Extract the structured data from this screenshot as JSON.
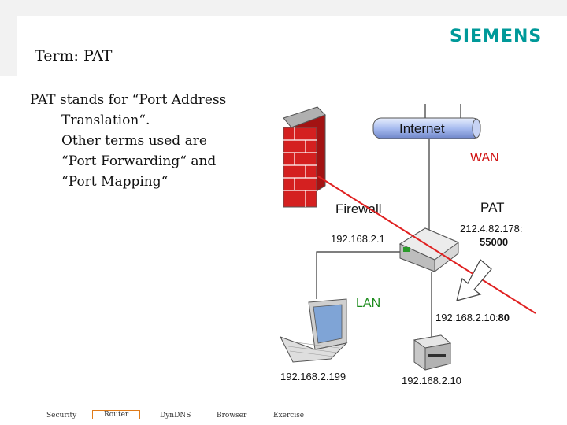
{
  "header": {
    "title": "Term: PAT",
    "logo": "SIEMENS",
    "logo_color": "#009999"
  },
  "body": {
    "line1": "PAT stands for “Port Address",
    "line2": "Translation“.",
    "line3": "Other terms used are",
    "line4": "“Port Forwarding“ and",
    "line5": "“Port Mapping“"
  },
  "diagram": {
    "internet_label": "Internet",
    "wan_label": "WAN",
    "firewall_label": "Firewall",
    "pat_label": "PAT",
    "router_lan_ip": "192.168.2.1",
    "router_wan_ip": "212.4.82.178:",
    "router_wan_port": "55000",
    "lan_label": "LAN",
    "server_ip_port_prefix": "192.168.2.10:",
    "server_port": "80",
    "laptop_ip": "192.168.2.199",
    "server_ip": "192.168.2.10",
    "red_line_color": "#e02020",
    "wan_color": "#d01010",
    "lan_color": "#1a8a1a"
  },
  "footer": {
    "items": [
      "Security",
      "Router",
      "DynDNS",
      "Browser",
      "Exercise"
    ],
    "active": "Router",
    "active_border": "#e07b1a"
  }
}
